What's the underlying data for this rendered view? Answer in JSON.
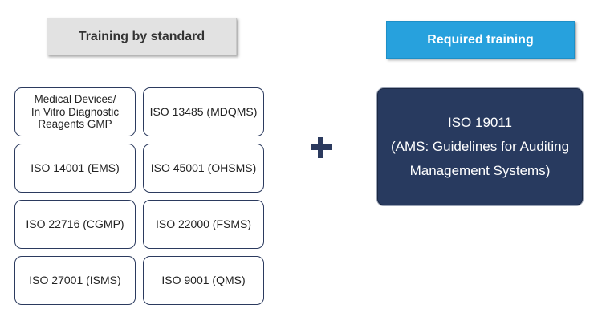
{
  "headers": {
    "by_standard": "Training by standard",
    "required": "Required training"
  },
  "standards": [
    "Medical Devices/\nIn Vitro Diagnostic\nReagents GMP",
    "ISO 13485 (MDQMS)",
    "ISO 14001 (EMS)",
    "ISO 45001 (OHSMS)",
    "ISO 22716 (CGMP)",
    "ISO 22000 (FSMS)",
    "ISO 27001 (ISMS)",
    "ISO 9001 (QMS)"
  ],
  "connector": {
    "icon": "plus-icon"
  },
  "required_training": {
    "line1": "ISO 19011",
    "line2": "(AMS: Guidelines for Auditing",
    "line3": "Management Systems)"
  },
  "colors": {
    "navy": "#283a5f",
    "blue_header": "#27a1dd",
    "gray_header": "#e2e2e2"
  }
}
